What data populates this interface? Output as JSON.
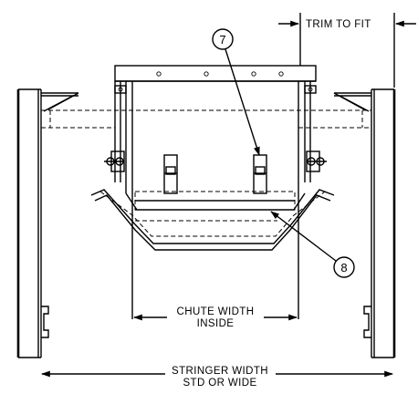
{
  "labels": {
    "trim_to_fit": "TRIM TO FIT",
    "chute_width_line1": "CHUTE WIDTH",
    "chute_width_line2": "INSIDE",
    "stringer_width_line1": "STRINGER WIDTH",
    "stringer_width_line2": "STD OR WIDE"
  },
  "callouts": {
    "item_7": "7",
    "item_8": "8"
  }
}
